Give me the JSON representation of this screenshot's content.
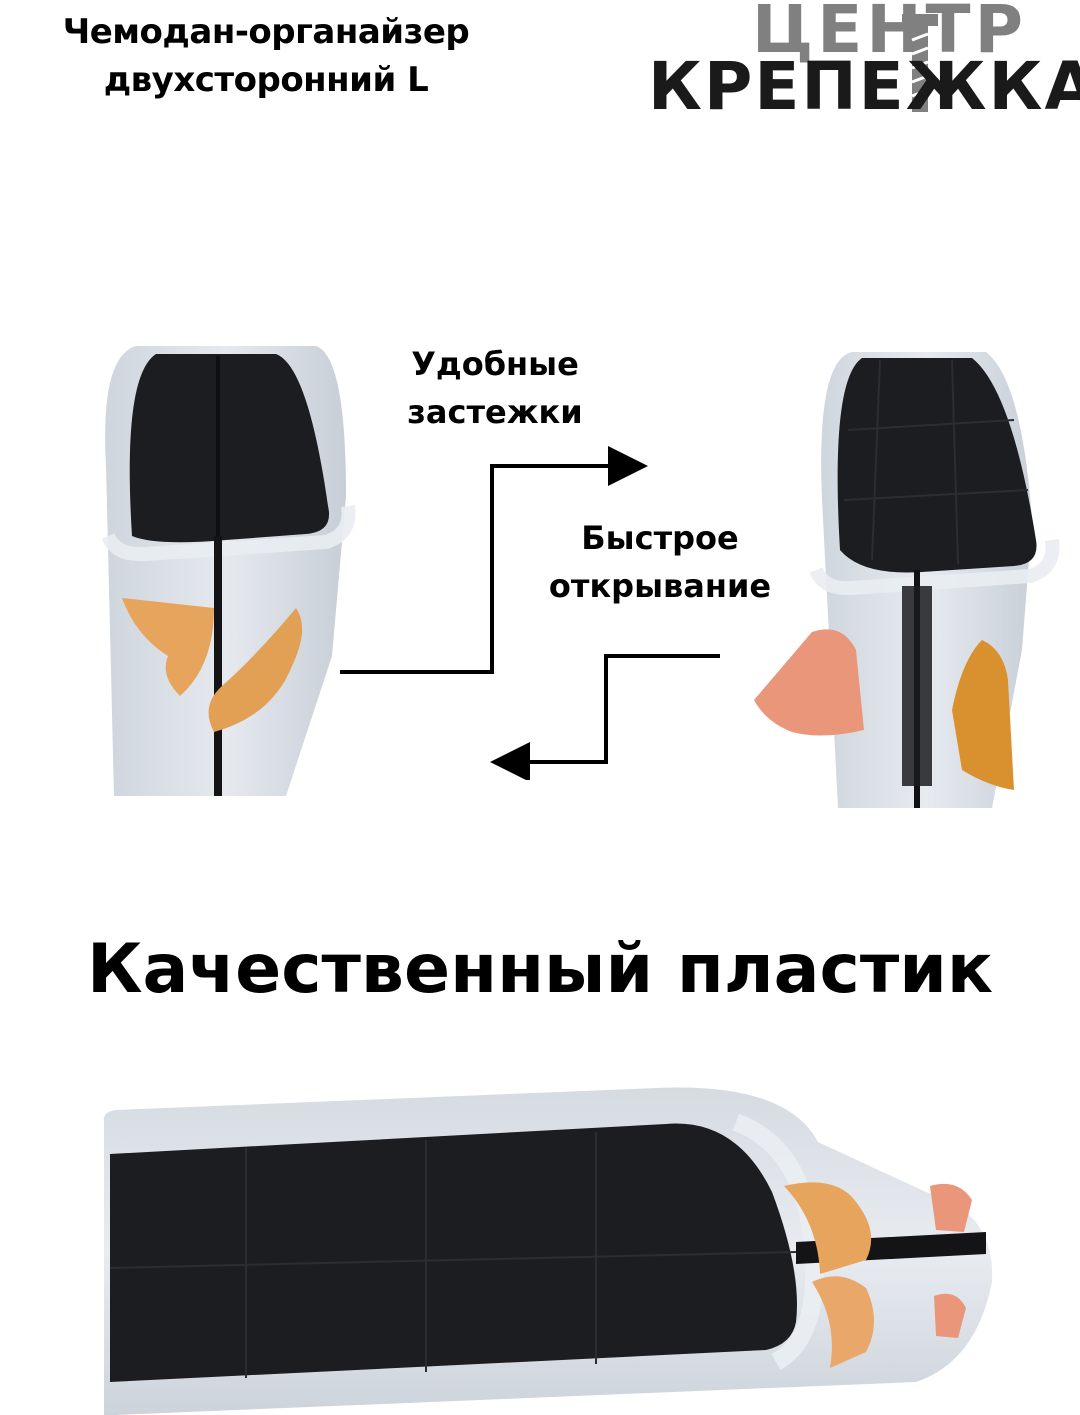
{
  "product": {
    "title_line1": "Чемодан-органайзер",
    "title_line2": "двухсторонний L"
  },
  "logo": {
    "line1": "ЦЕНТР",
    "line2": "КРЕПЕЖКА",
    "colors": {
      "top": "#808080",
      "bottom": "#1a1a1a",
      "bolt": "#808080"
    }
  },
  "features": {
    "fasteners_line1": "Удобные",
    "fasteners_line2": "застежки",
    "opening_line1": "Быстрое",
    "opening_line2": "открывание"
  },
  "headline": "Качественный пластик",
  "colors": {
    "case_black": "#1c1d21",
    "case_clear": "#d8dde4",
    "latch_orange": "#e6a45c",
    "latch_pink": "#e9967a"
  }
}
